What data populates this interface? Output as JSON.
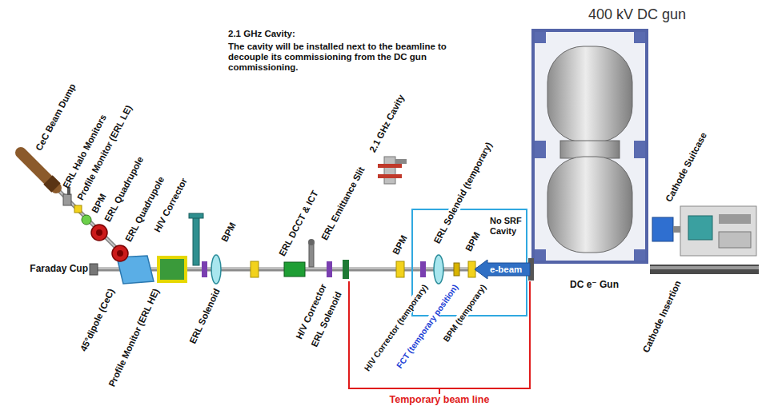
{
  "diagram": {
    "title": "400 kV DC gun",
    "nodes": [
      {
        "text": [
          "e-beam"
        ]
      }
    ],
    "labels": [
      "2.1 GHz Cavity:",
      "The cavity will be installed next to the beamline to decouple its commissioning from the DC gun commissioning.",
      "CeC Beam Dump",
      "ERL Halo Monitors",
      "Profile Monitor (ERL LE)",
      "BPM",
      "ERL Quadrupole",
      "ERL Quadrupole",
      "H/V Corrector",
      "BPM",
      "ERL DCCT & ICT",
      "ERL Emittance Slit",
      "2.1 GHz Cavity",
      "BPM",
      "ERL Solenoid (temporary)",
      "BPM",
      "No SRF Cavity",
      "Cathode Suitcase",
      "Faraday Cup",
      "DC e⁻ Gun",
      "Cathode Insertion",
      "45°dipole (CeC)",
      "Profile Monitor (ERL HE)",
      "ERL Solenoid",
      "H/V Corrector",
      "ERL Solenoid",
      "H/V Corrector (temporary)",
      "FCT (temporary position)",
      "BPM (temporary)",
      "Temporary beam line"
    ]
  }
}
